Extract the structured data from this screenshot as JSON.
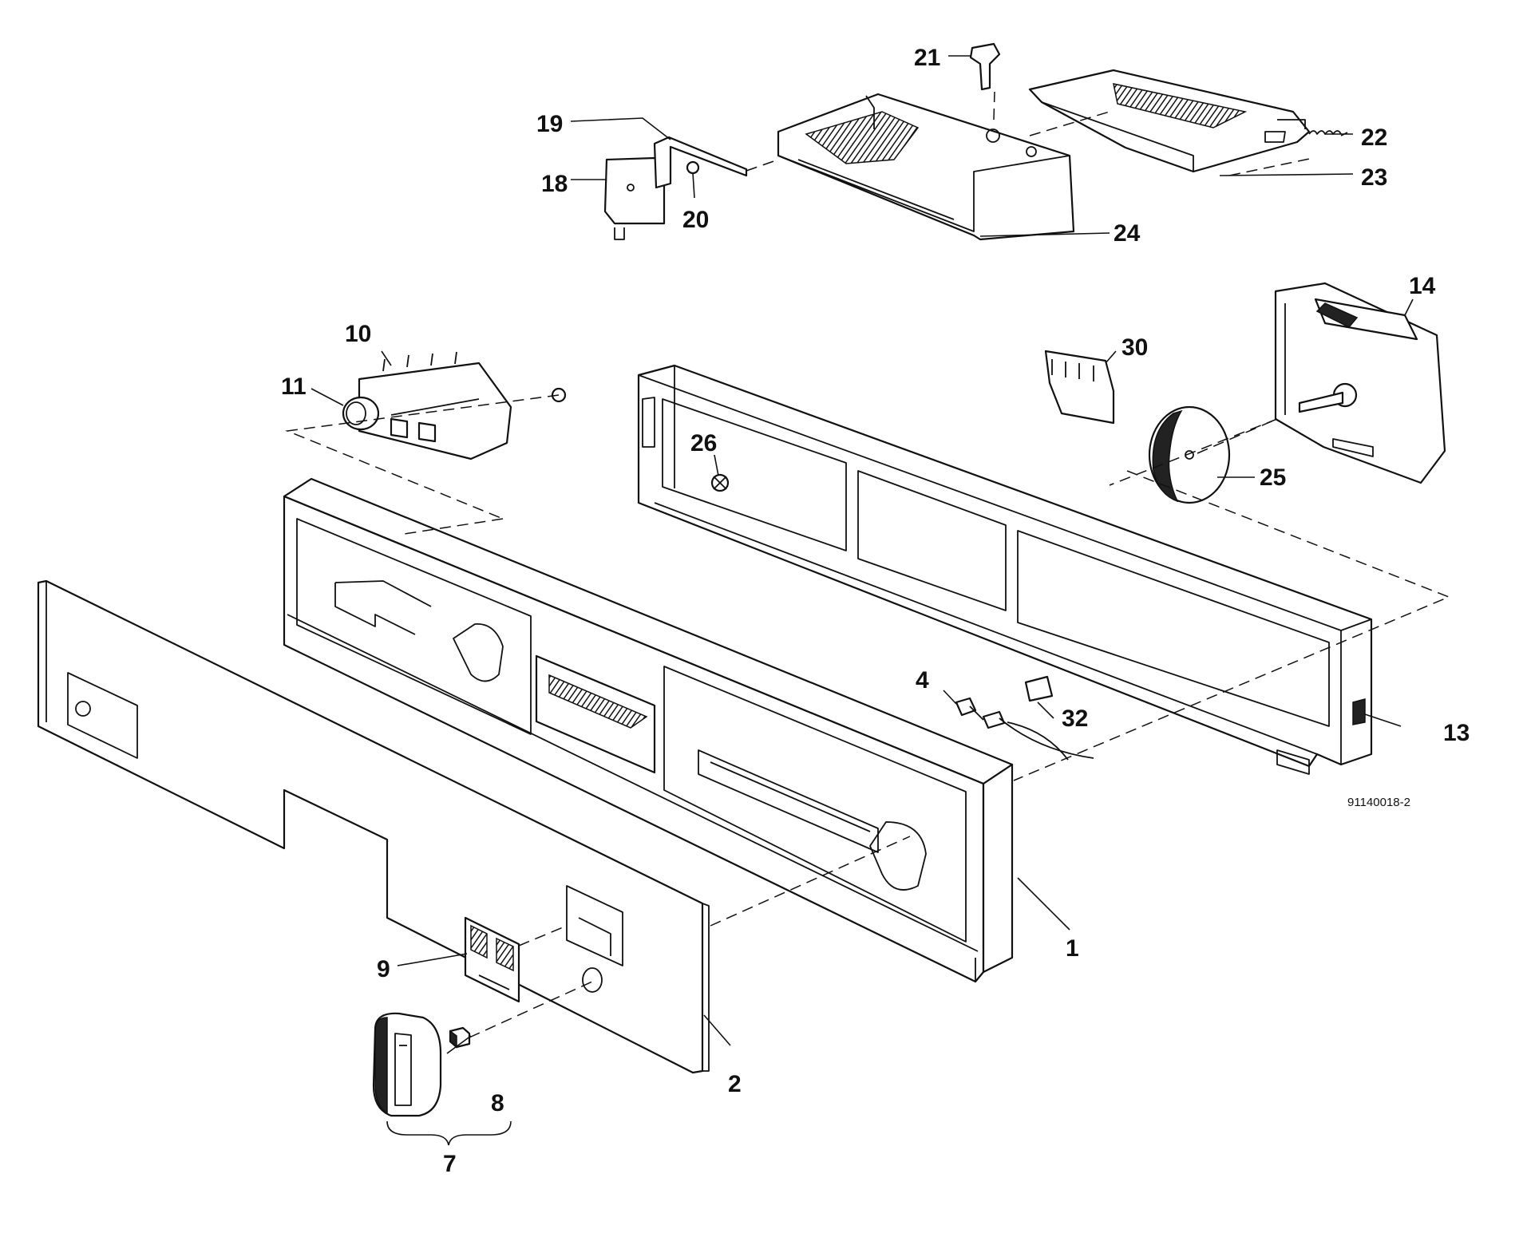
{
  "callouts": [
    {
      "id": "1",
      "text": "1"
    },
    {
      "id": "2",
      "text": "2"
    },
    {
      "id": "4",
      "text": "4"
    },
    {
      "id": "7",
      "text": "7"
    },
    {
      "id": "8",
      "text": "8"
    },
    {
      "id": "9",
      "text": "9"
    },
    {
      "id": "10",
      "text": "10"
    },
    {
      "id": "11",
      "text": "11"
    },
    {
      "id": "13",
      "text": "13"
    },
    {
      "id": "14",
      "text": "14"
    },
    {
      "id": "18",
      "text": "18"
    },
    {
      "id": "19",
      "text": "19"
    },
    {
      "id": "20",
      "text": "20"
    },
    {
      "id": "21",
      "text": "21"
    },
    {
      "id": "22",
      "text": "22"
    },
    {
      "id": "23",
      "text": "23"
    },
    {
      "id": "24",
      "text": "24"
    },
    {
      "id": "25",
      "text": "25"
    },
    {
      "id": "26",
      "text": "26"
    },
    {
      "id": "30",
      "text": "30"
    },
    {
      "id": "32",
      "text": "32"
    }
  ],
  "drawing_code": "91140018-2"
}
